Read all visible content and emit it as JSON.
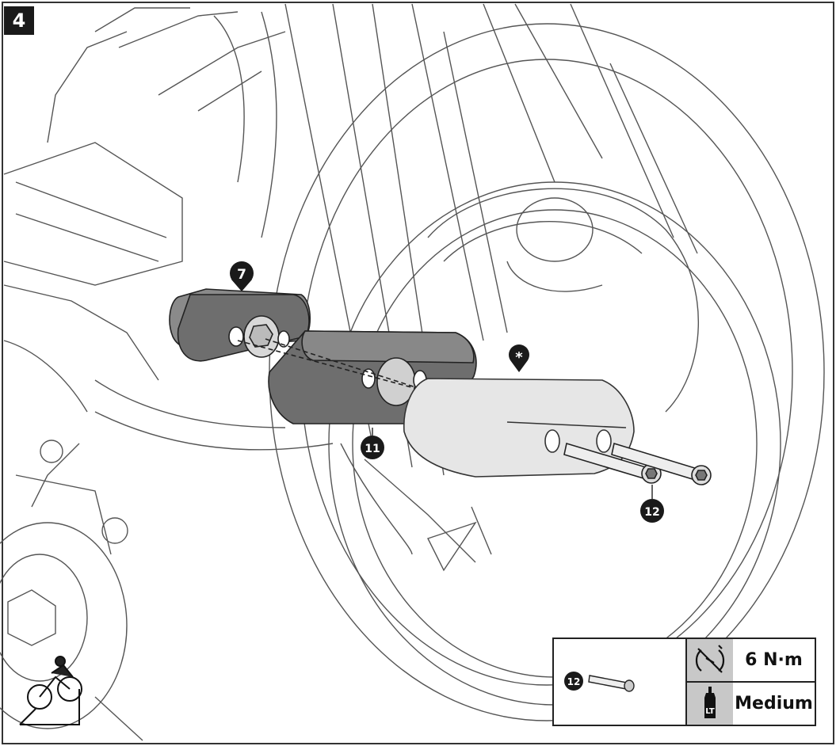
{
  "step": {
    "number": "4"
  },
  "callouts": {
    "part_7": "7",
    "part_11": "11",
    "part_12": "12",
    "asterisk": "*"
  },
  "spec_panel": {
    "bolt_callout": "12",
    "torque_value": "6 N·m",
    "threadlock_value": "Medium",
    "threadlock_label": "LT",
    "torque_icon": "torque-wrench-icon",
    "threadlock_icon": "threadlocker-bottle-icon"
  },
  "colors": {
    "line": "#4a4a4a",
    "dark_part": "#6e6e6e",
    "light_part": "#e6e6e6",
    "callout": "#1a1a1a",
    "panel_gray": "#c8c8c8"
  }
}
